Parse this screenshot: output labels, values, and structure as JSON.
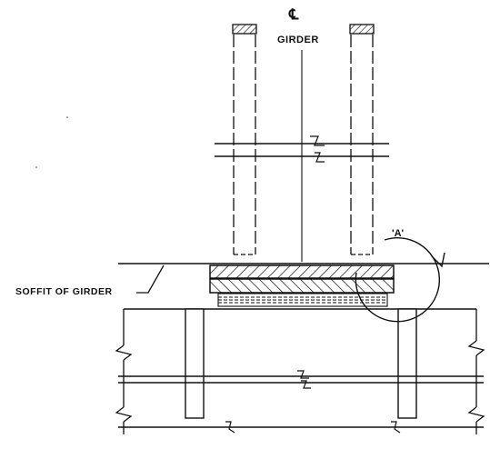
{
  "drawing": {
    "centerline_symbol": "℄",
    "centerline_label": "GIRDER",
    "detail_callout": "'A'",
    "soffit_label": "SOFFIT OF GIRDER"
  },
  "colors": {
    "line": "#111111",
    "background": "#ffffff"
  }
}
